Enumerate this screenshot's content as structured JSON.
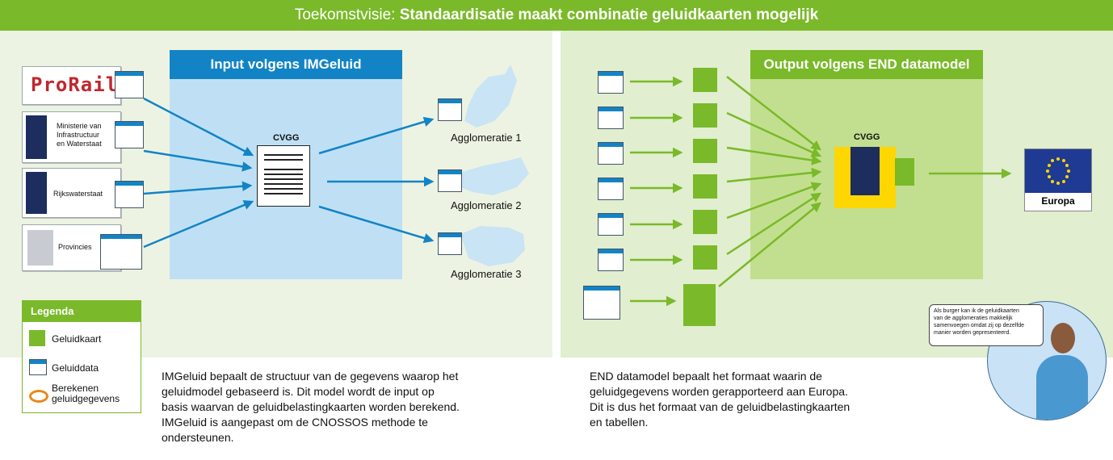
{
  "header": {
    "prefix": "Toekomstvisie:",
    "title": "Standaardisatie maakt combinatie geluidkaarten mogelijk"
  },
  "input_section": {
    "title": "Input volgens IMGeluid",
    "model_label": "CVGG",
    "sources": [
      {
        "name": "ProRail"
      },
      {
        "name": "Ministerie van Infrastructuur en Waterstaat",
        "lines": [
          "Ministerie van",
          "Infrastructuur",
          "en Waterstaat"
        ]
      },
      {
        "name": "Rijkswaterstaat"
      },
      {
        "name": "Provincies"
      }
    ],
    "agglomerations": [
      "Agglomeratie 1",
      "Agglomeratie 2",
      "Agglomeratie 3"
    ]
  },
  "output_section": {
    "title": "Output volgens END datamodel",
    "model_label": "CVGG",
    "destination": "Europa"
  },
  "legend": {
    "title": "Legenda",
    "items": [
      {
        "label": "Geluidkaart",
        "icon": "map-icon"
      },
      {
        "label": "Geluiddata",
        "icon": "data-icon"
      },
      {
        "label": "Berekenen geluidgegevens",
        "lines": [
          "Berekenen",
          "geluidgegevens"
        ],
        "icon": "calculate-icon"
      }
    ]
  },
  "descriptions": {
    "left": [
      "IMGeluid bepaalt de structuur van de gegevens waarop het",
      "geluidmodel gebaseerd is. Dit model wordt de input op",
      "basis waarvan de geluidbelastingkaarten worden berekend.",
      "IMGeluid is aangepast om de CNOSSOS methode te",
      "ondersteunen."
    ],
    "right": [
      "END datamodel bepaalt het formaat waarin de",
      "geluidgegevens worden gerapporteerd aan Europa.",
      "Dit is dus het formaat van de geluidbelastingkaarten",
      "en tabellen."
    ]
  },
  "speech_bubble": {
    "lines": [
      "Als burger kan ik de geluidkaarten",
      "van de agglomeraties makkelijk",
      "samenvoegen omdat zij op dezelfde",
      "manier worden gepresenteerd."
    ]
  },
  "colors": {
    "green": "#7ab929",
    "blue": "#1284c6",
    "light_blue": "#bfe0f4",
    "navy": "#1c2d5e",
    "yellow": "#ffd700",
    "eu_blue": "#1f3a93"
  }
}
